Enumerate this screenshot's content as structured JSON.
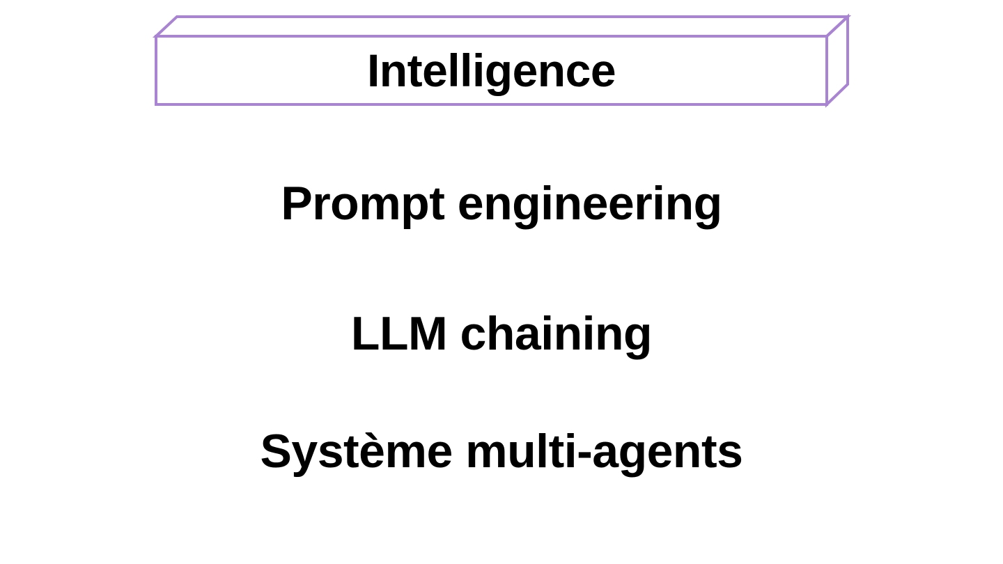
{
  "box": {
    "title": "Intelligence",
    "stroke_color": "#a884d2"
  },
  "items": [
    {
      "label": "Prompt engineering"
    },
    {
      "label": "LLM chaining"
    },
    {
      "label": "Système multi-agents"
    }
  ],
  "colors": {
    "text": "#000000",
    "background": "#ffffff"
  }
}
